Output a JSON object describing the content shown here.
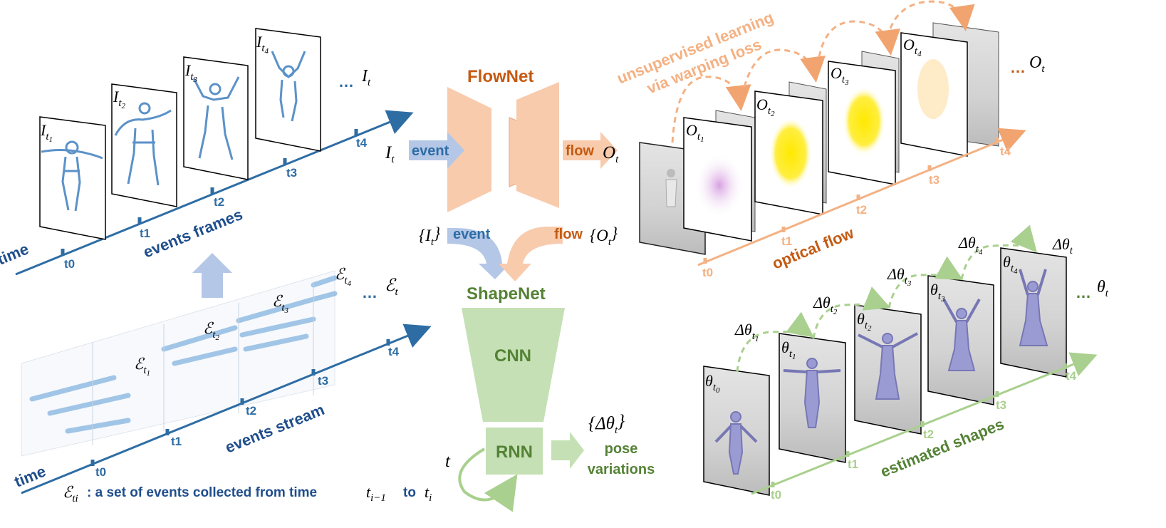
{
  "colors": {
    "event_blue": "#2e6da4",
    "event_dark": "#1f4e8c",
    "flow_orange": "#f2a470",
    "flow_dark": "#c55a11",
    "shape_green": "#a9d08e",
    "shape_dark": "#548235",
    "frame_ink": "#3f7fbf"
  },
  "events_frames": {
    "time_label": "time",
    "section_label": "events frames",
    "ticks": [
      "t0",
      "t1",
      "t2",
      "t3",
      "t4"
    ],
    "frame_labels": [
      "I_t1",
      "I_t2",
      "I_t3",
      "I_t4"
    ],
    "ellipsis": "…",
    "last_label": "I_t"
  },
  "events_stream": {
    "time_label": "time",
    "section_label": "events stream",
    "ticks": [
      "t0",
      "t1",
      "t2",
      "t3",
      "t4"
    ],
    "slice_labels": [
      "E_t1",
      "E_t2",
      "E_t3",
      "E_t4"
    ],
    "ellipsis": "…",
    "last_label": "E_t",
    "caption_text": ": a set of events collected from time",
    "caption_to": "to"
  },
  "flownet": {
    "title": "FlowNet",
    "input_symbol": "I_t",
    "input_label": "event",
    "output_label": "flow",
    "output_symbol": "O_t"
  },
  "shapenet": {
    "title": "ShapeNet",
    "event_input_set": "{I_t}",
    "event_label": "event",
    "flow_label": "flow",
    "flow_input_set": "{O_t}",
    "cnn_label": "CNN",
    "rnn_label": "RNN",
    "time_symbol": "t",
    "output_set": "{Δθ_t}",
    "output_label_1": "pose",
    "output_label_2": "variations"
  },
  "optical_flow": {
    "caption_line_1": "unsupervised learning",
    "caption_line_2": "via warping loss",
    "section_label": "optical flow",
    "ticks": [
      "t0",
      "t1",
      "t2",
      "t3",
      "t4"
    ],
    "frame_labels": [
      "O_t1",
      "O_t2",
      "O_t3",
      "O_t4"
    ],
    "ellipsis": "…",
    "last_label": "O_t"
  },
  "estimated_shapes": {
    "section_label": "estimated shapes",
    "ticks": [
      "t0",
      "t1",
      "t2",
      "t3",
      "t4"
    ],
    "frame_labels": [
      "θ_t0",
      "θ_t1",
      "θ_t2",
      "θ_t3",
      "θ_t4"
    ],
    "delta_labels": [
      "Δθ_t1",
      "Δθ_t2",
      "Δθ_t3",
      "Δθ_t4"
    ],
    "last_delta": "Δθ_t",
    "ellipsis": "…",
    "last_label": "θ_t"
  }
}
